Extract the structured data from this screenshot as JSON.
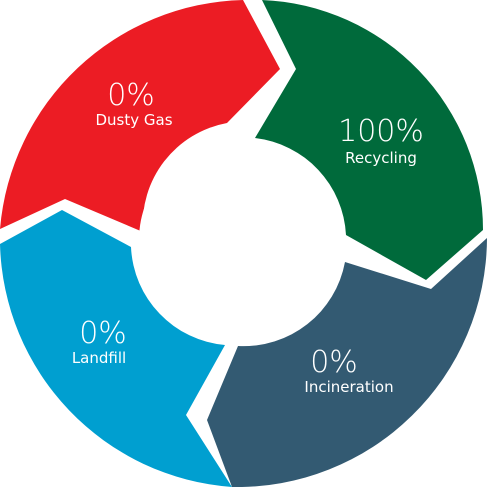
{
  "segments": [
    {
      "id": "dusty-gas",
      "percent": "0%",
      "label": "Dusty Gas",
      "color": "#ec1c24"
    },
    {
      "id": "recycling",
      "percent": "100%",
      "label": "Recycling",
      "color": "#006a3b"
    },
    {
      "id": "incineration",
      "percent": "0%",
      "label": "Incineration",
      "color": "#335a72"
    },
    {
      "id": "landfill",
      "percent": "0%",
      "label": "Landfill",
      "color": "#009fd0"
    }
  ],
  "background_color": "#ffffff"
}
